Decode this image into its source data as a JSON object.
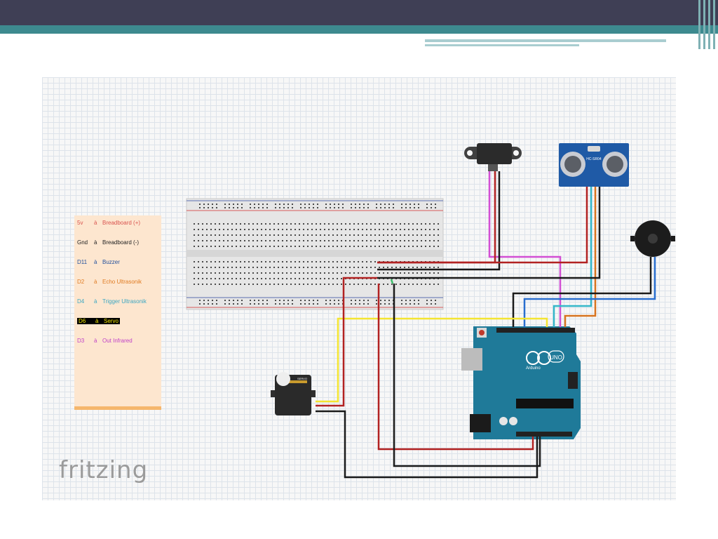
{
  "slide": {
    "colors": {
      "header_dark": "#3f3f55",
      "header_teal": "#3d8a8f"
    }
  },
  "diagram": {
    "watermark": "fritzing",
    "legend": [
      {
        "pin": "5v",
        "arrow": "à",
        "target": "Breadboard (+)",
        "color": "#d9534f"
      },
      {
        "pin": "Gnd",
        "arrow": "à",
        "target": "Breadboard (-)",
        "color": "#222222"
      },
      {
        "pin": "D11",
        "arrow": "à",
        "target": "Buzzer",
        "color": "#1f4e9c"
      },
      {
        "pin": "D2",
        "arrow": "à",
        "target": "Echo Ultrasonik",
        "color": "#e07b22"
      },
      {
        "pin": "D4",
        "arrow": "à",
        "target": "Trigger Ultrasonik",
        "color": "#3aa6c2"
      },
      {
        "pin": "D6",
        "arrow": "à",
        "target": "Servo",
        "color": "#f2e600",
        "highlight": true
      },
      {
        "pin": "D3",
        "arrow": "à",
        "target": "Out Infrared",
        "color": "#c040c8"
      }
    ],
    "components": {
      "ultrasonic_label": "HC-SR04",
      "servo_label": "SERVO",
      "arduino_brand": "Arduino",
      "arduino_model": "UNO"
    },
    "wire_colors": {
      "red": "#b22222",
      "black": "#1a1a1a",
      "yellow": "#f4e531",
      "pink": "#d24fd4",
      "cyan": "#34b7c9",
      "orange": "#d8741f",
      "blue": "#2a6fcf",
      "green": "#3bbf6a"
    }
  }
}
